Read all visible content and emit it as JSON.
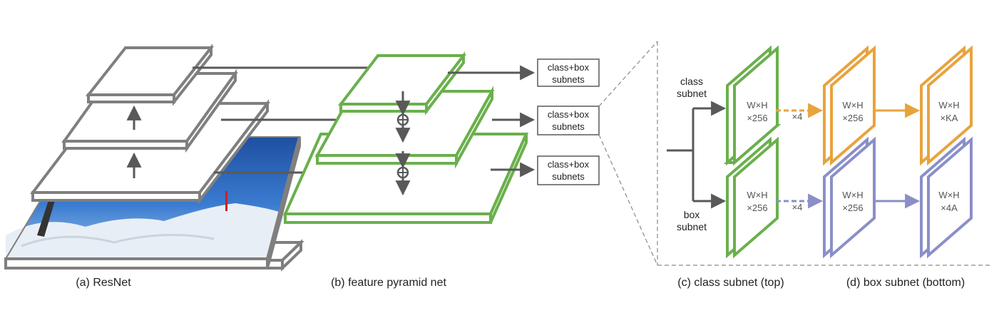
{
  "colors": {
    "resnet": "#7f7f7f",
    "fpn": "#6ab04c",
    "class_subnet": "#e8a33d",
    "box_subnet": "#8a8fc8",
    "arrow": "#595959"
  },
  "subnet_boxes": [
    "class+box\nsubnets",
    "class+box\nsubnets",
    "class+box\nsubnets"
  ],
  "subnet_box_lines": [
    "class+box",
    "subnets"
  ],
  "side_labels": {
    "class": [
      "class",
      "subnet"
    ],
    "box": [
      "box",
      "subnet"
    ]
  },
  "tensors": {
    "class": [
      {
        "line1": "W×H",
        "line2": "×256"
      },
      {
        "line1": "W×H",
        "line2": "×256"
      },
      {
        "line1": "W×H",
        "line2": "×KA"
      }
    ],
    "box": [
      {
        "line1": "W×H",
        "line2": "×256"
      },
      {
        "line1": "W×H",
        "line2": "×256"
      },
      {
        "line1": "W×H",
        "line2": "×4A"
      }
    ]
  },
  "repeat_label": "×4",
  "captions": {
    "a": "(a) ResNet",
    "b": "(b) feature pyramid net",
    "c": "(c) class subnet (top)",
    "d": "(d) box subnet (bottom)"
  }
}
